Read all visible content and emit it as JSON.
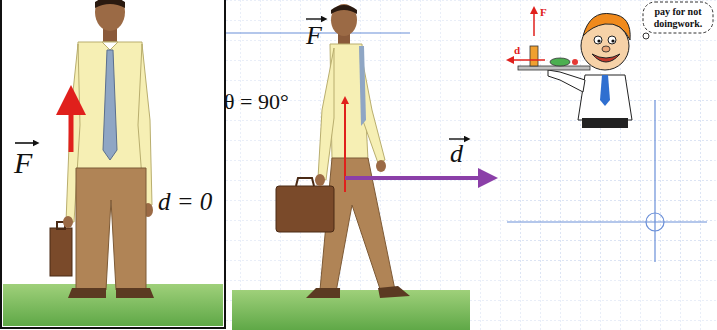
{
  "diagram": {
    "nodes": [
      {
        "text": [
          "pay for not doingwork."
        ]
      }
    ],
    "labels": [
      "F",
      "d = 0",
      "F",
      "θ = 90°",
      "d",
      "F",
      "d"
    ]
  }
}
